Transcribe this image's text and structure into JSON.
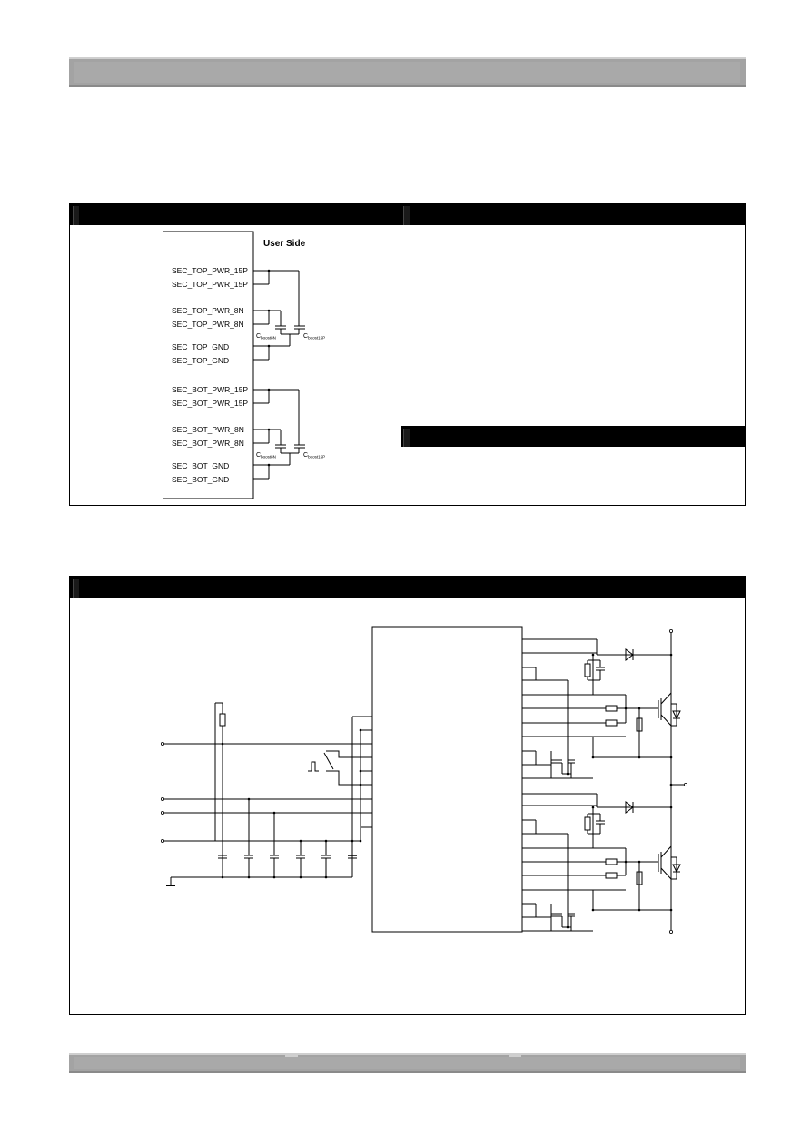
{
  "connector": {
    "title": "User Side",
    "pins": [
      "SEC_TOP_PWR_15P",
      "SEC_TOP_PWR_15P",
      "SEC_TOP_PWR_8N",
      "SEC_TOP_PWR_8N",
      "SEC_TOP_GND",
      "SEC_TOP_GND",
      "SEC_BOT_PWR_15P",
      "SEC_BOT_PWR_15P",
      "SEC_BOT_PWR_8N",
      "SEC_BOT_PWR_8N",
      "SEC_BOT_GND",
      "SEC_BOT_GND"
    ],
    "capacitors": [
      {
        "prefix": "C",
        "sub": "boost8N"
      },
      {
        "prefix": "C",
        "sub": "boost15P"
      },
      {
        "prefix": "C",
        "sub": "boost8N"
      },
      {
        "prefix": "C",
        "sub": "boost15P"
      }
    ]
  },
  "colors": {
    "header_bar": "#a3a3a3",
    "table_header": "#000000",
    "line": "#000000"
  }
}
